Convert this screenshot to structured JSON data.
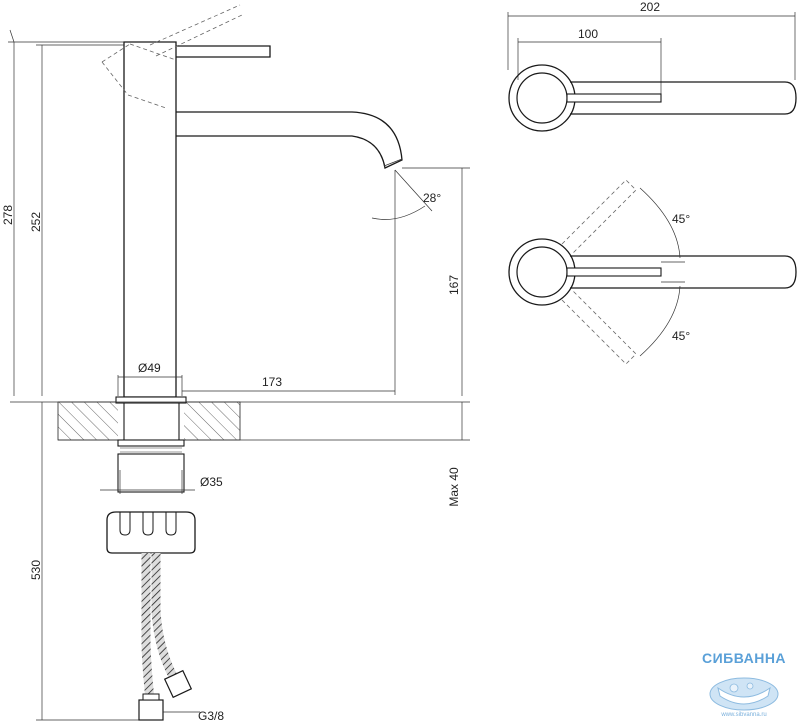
{
  "drawing": {
    "dims": {
      "overall_height": "278",
      "spout_height": "252",
      "aerator_height": "167",
      "spout_reach": "173",
      "body_diameter": "Ø49",
      "shank_diameter": "Ø35",
      "aerator_angle": "28°",
      "max_deck": "Max 40",
      "hose_length": "530",
      "connection": "G3/8",
      "top_length": "202",
      "handle_length": "100",
      "swing_up": "45°",
      "swing_down": "45°"
    }
  },
  "logo": {
    "text": "СИБВАННА",
    "url": "www.sibvanna.ru"
  }
}
